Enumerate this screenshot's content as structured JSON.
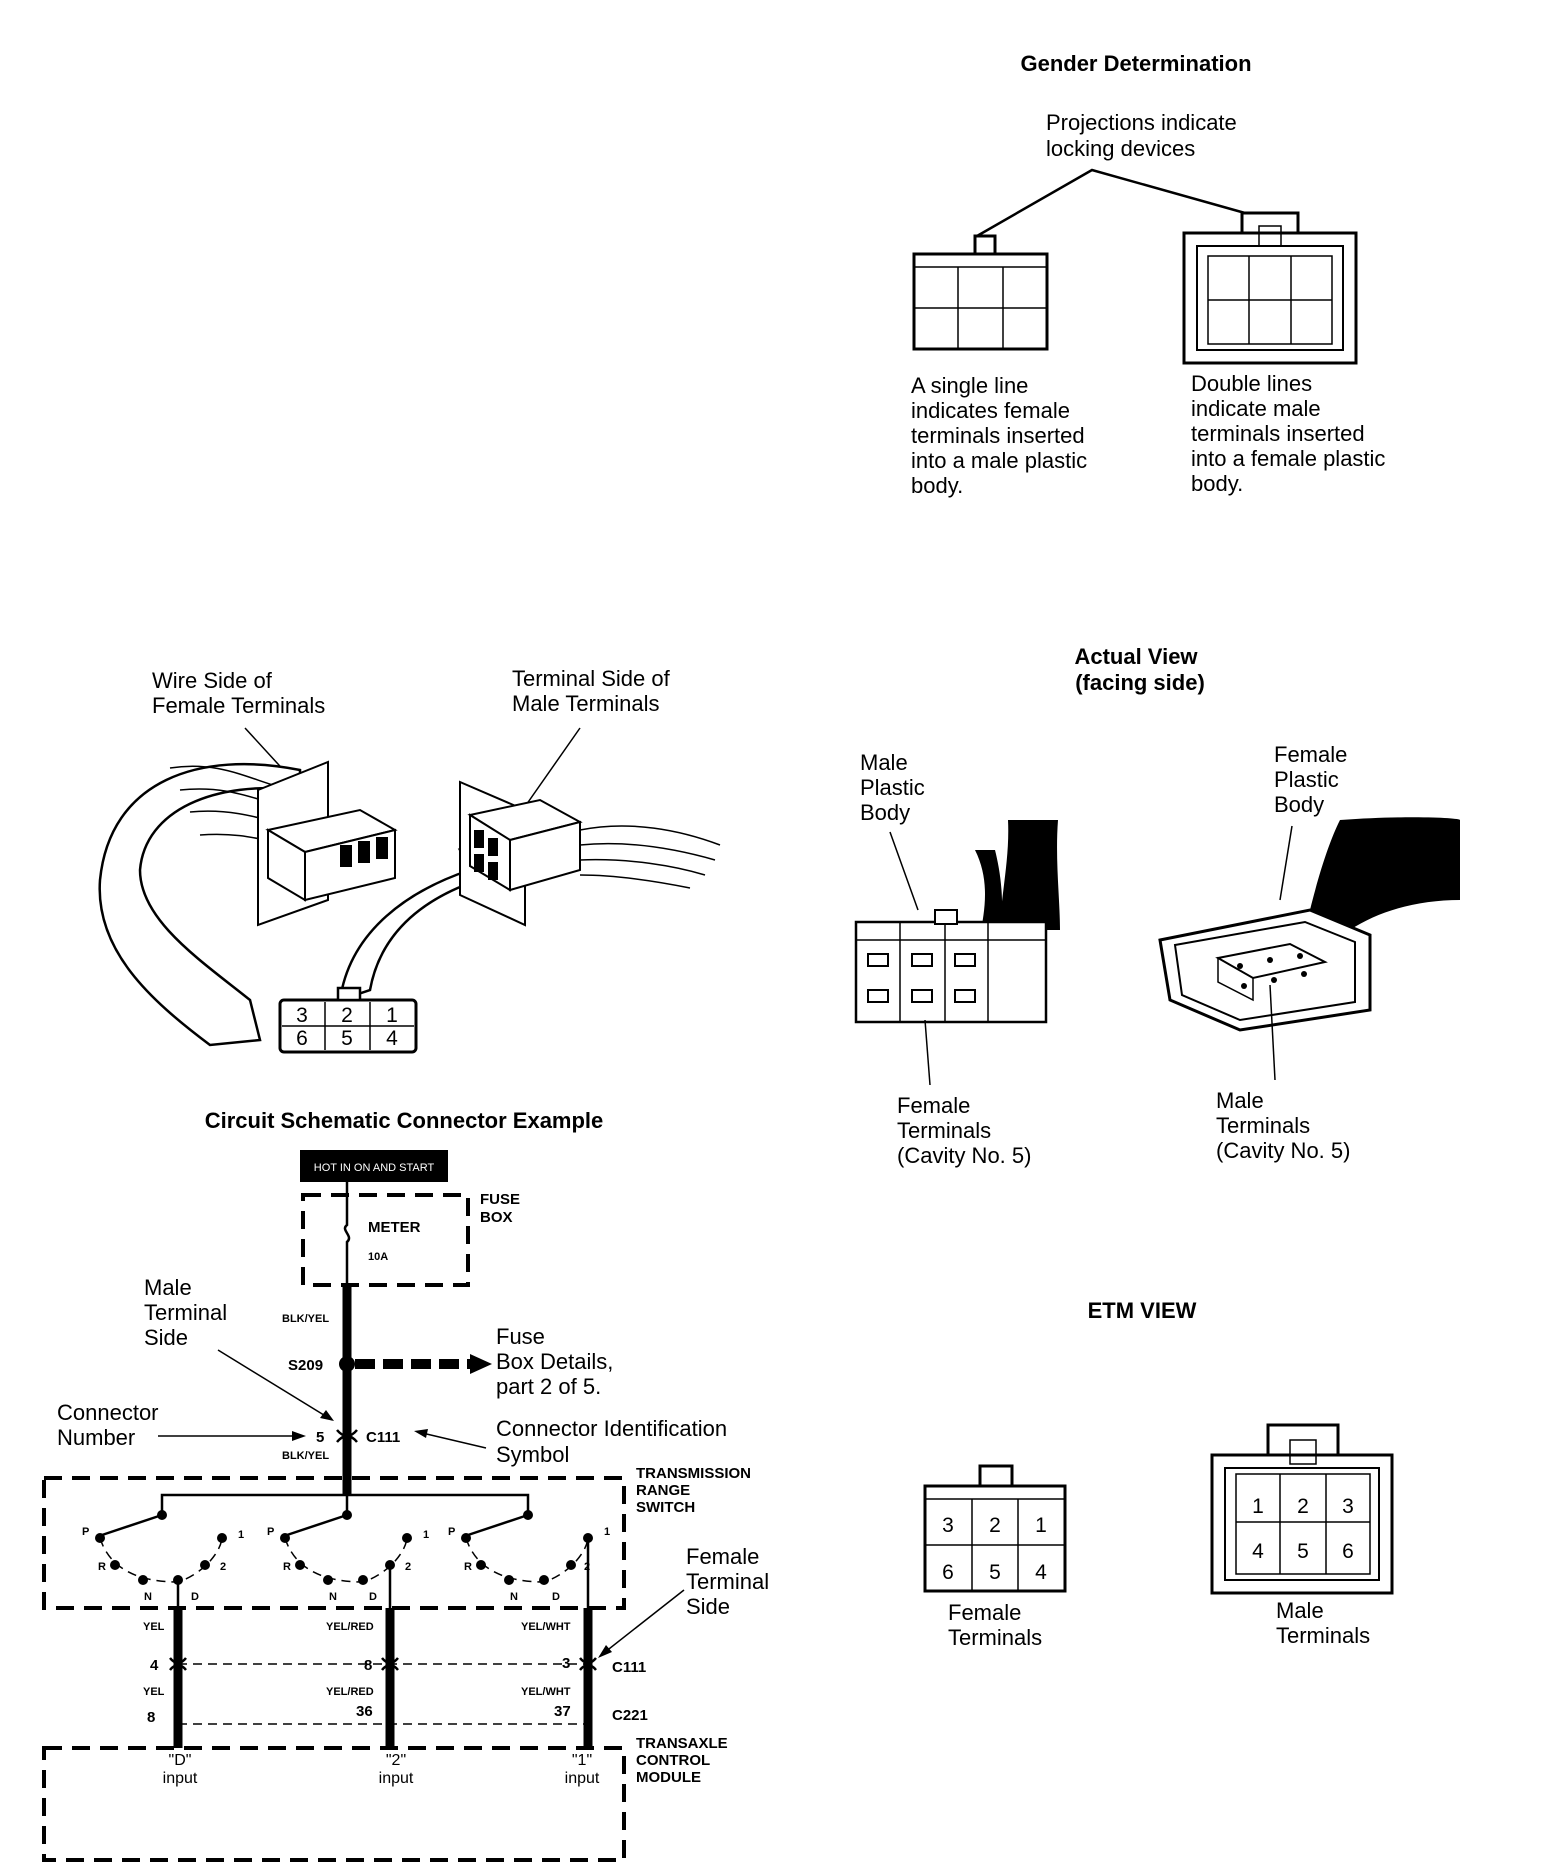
{
  "gender": {
    "title": "Gender Determination",
    "projections_line1": "Projections indicate",
    "projections_line2": "locking devices",
    "single_line": [
      "A single line",
      "indicates female",
      "terminals inserted",
      "into a male plastic",
      "body."
    ],
    "double_line": [
      "Double lines",
      "indicate male",
      "terminals inserted",
      "into a female plastic",
      "body."
    ]
  },
  "wire_side": {
    "wire_side_label": [
      "Wire Side of",
      "Female Terminals"
    ],
    "terminal_side_label": [
      "Terminal Side of",
      "Male Terminals"
    ],
    "cavities_top": [
      "3",
      "2",
      "1"
    ],
    "cavities_bottom": [
      "6",
      "5",
      "4"
    ]
  },
  "actual_view": {
    "title_line1": "Actual View",
    "title_line2": "(facing side)",
    "male_plastic_body": [
      "Male",
      "Plastic",
      "Body"
    ],
    "female_plastic_body": [
      "Female",
      "Plastic",
      "Body"
    ],
    "female_terminals": [
      "Female",
      "Terminals",
      "(Cavity No. 5)"
    ],
    "male_terminals": [
      "Male",
      "Terminals",
      "(Cavity No. 5)"
    ]
  },
  "schematic": {
    "title": "Circuit Schematic Connector Example",
    "hot_label": "HOT IN ON AND START",
    "fuse_box": [
      "FUSE",
      "BOX"
    ],
    "meter": "METER",
    "fuse_rating": "10A",
    "wire_blk_yel": "BLK/YEL",
    "splice": "S209",
    "fuse_note": [
      "Fuse",
      "Box Details,",
      "part 2 of 5."
    ],
    "male_terminal_side": [
      "Male",
      "Terminal",
      "Side"
    ],
    "connector_number": [
      "Connector",
      "Number"
    ],
    "connector_pin": "5",
    "connector_id": "C111",
    "connector_id_symbol": [
      "Connector Identification",
      "Symbol"
    ],
    "range_switch": [
      "TRANSMISSION",
      "RANGE",
      "SWITCH"
    ],
    "switch_positions": [
      "P",
      "R",
      "N",
      "D",
      "2",
      "1"
    ],
    "female_terminal_side": [
      "Female",
      "Terminal",
      "Side"
    ],
    "wires_upper": [
      "YEL",
      "YEL/RED",
      "YEL/WHT"
    ],
    "pins_c111": [
      "4",
      "8",
      "3"
    ],
    "c111": "C111",
    "wires_lower": [
      "YEL",
      "YEL/RED",
      "YEL/WHT"
    ],
    "pins_c221": [
      "8",
      "36",
      "37"
    ],
    "c221": "C221",
    "inputs": [
      "\"D\"",
      "\"2\"",
      "\"1\""
    ],
    "input_word": "input",
    "module": [
      "TRANSAXLE",
      "CONTROL",
      "MODULE"
    ]
  },
  "etm": {
    "title": "ETM VIEW",
    "female_top": [
      "3",
      "2",
      "1"
    ],
    "female_bottom": [
      "6",
      "5",
      "4"
    ],
    "female_label": [
      "Female",
      "Terminals"
    ],
    "male_top": [
      "1",
      "2",
      "3"
    ],
    "male_bottom": [
      "4",
      "5",
      "6"
    ],
    "male_label": [
      "Male",
      "Terminals"
    ]
  }
}
